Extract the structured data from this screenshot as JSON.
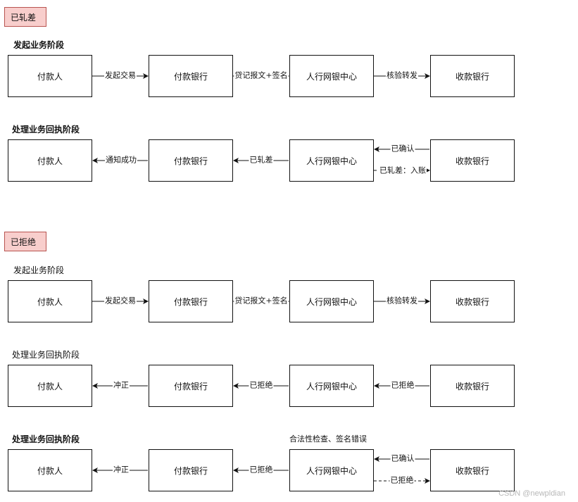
{
  "tags": {
    "misdiff": "已轧差",
    "rejected": "已拒绝"
  },
  "headings": {
    "s1_initiate": "发起业务阶段",
    "s1_receipt": "处理业务回执阶段",
    "s2_initiate": "发起业务阶段",
    "s2_receipt": "处理业务回执阶段",
    "s3_receipt": "处理业务回执阶段"
  },
  "nodes": {
    "payer": "付款人",
    "payer_bank": "付款银行",
    "pboc_center": "人行网银中心",
    "payee_bank": "收款银行"
  },
  "edges": {
    "initiate_trade": "发起交易",
    "debit_sign": "贷记报文+签名",
    "verify_forward": "核验转发",
    "notify_success": "通知成功",
    "netted": "已轧差",
    "confirmed": "已确认",
    "netted_credit": "已轧差：入账",
    "reversal": "冲正",
    "rejected": "已拒绝"
  },
  "notes": {
    "check_error": "合法性检查、签名错误"
  },
  "watermark": "CSDN @newpldian"
}
